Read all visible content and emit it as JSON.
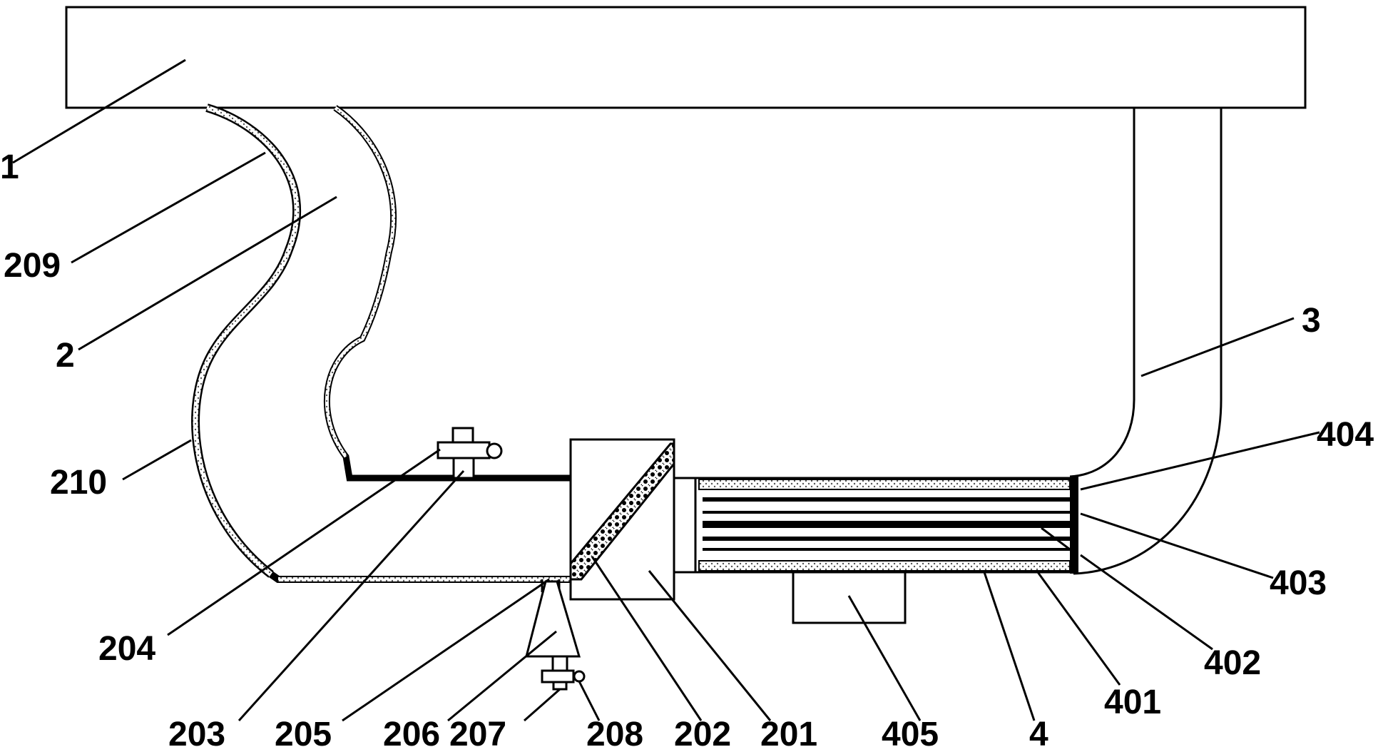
{
  "labels": {
    "l1": "1",
    "l2": "2",
    "l3": "3",
    "l4": "4",
    "l201": "201",
    "l202": "202",
    "l203": "203",
    "l204": "204",
    "l205": "205",
    "l206": "206",
    "l207": "207",
    "l208": "208",
    "l209": "209",
    "l210": "210",
    "l401": "401",
    "l402": "402",
    "l403": "403",
    "l404": "404",
    "l405": "405"
  },
  "colors": {
    "line": "#000000",
    "background": "#ffffff",
    "hatch": "#777777"
  }
}
